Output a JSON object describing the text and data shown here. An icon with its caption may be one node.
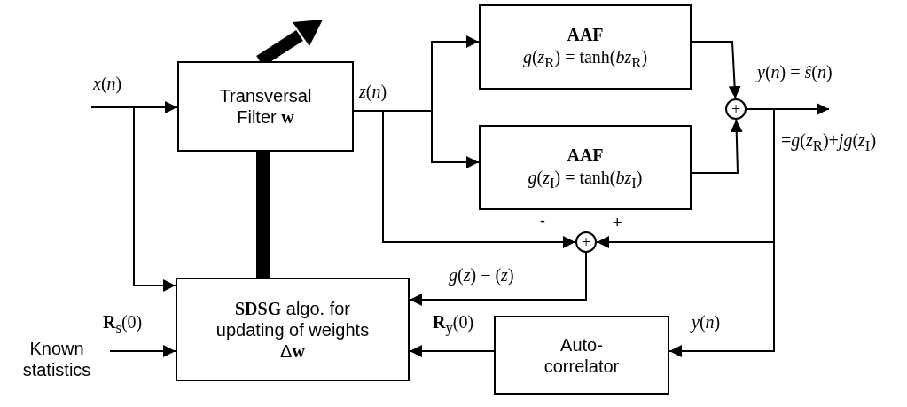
{
  "diagram": {
    "nodes": [
      {
        "text": [
          "Transversal Filter **w**"
        ]
      },
      {
        "text": [
          "AAF",
          "*g*(*z*$_{R}$) = tanh(*bz*$_{R}$)"
        ]
      },
      {
        "text": [
          "AAF",
          "*g*(*z*$_{I}$) = tanh(*bz*$_{I}$)"
        ]
      },
      {
        "text": [
          "+"
        ]
      },
      {
        "text": [
          "+"
        ]
      },
      {
        "text": [
          "**SDSG** algo. for updating of weights Δ**w**"
        ]
      },
      {
        "text": [
          "Auto- correlator"
        ]
      },
      {
        "text": [
          "Known statistics"
        ]
      }
    ],
    "edges": [
      {
        "from": null,
        "to": 0,
        "arrow": "to",
        "label": "*x*(*n*)"
      },
      {
        "from": null,
        "to": 5,
        "arrow": "to"
      },
      {
        "from": 0,
        "to": 1,
        "arrow": "to",
        "label": "*z*(*n*)"
      },
      {
        "from": 0,
        "to": 2,
        "arrow": "to"
      },
      {
        "from": 0,
        "to": 4,
        "arrow": "to",
        "label": "-"
      },
      {
        "from": 1,
        "to": 3,
        "arrow": "to"
      },
      {
        "from": 2,
        "to": 3,
        "arrow": "to"
      },
      {
        "from": 3,
        "to": null,
        "arrow": "to",
        "label": "*y*(*n*) = *ŝ*(*n*)"
      },
      {
        "from": 3,
        "to": 4,
        "arrow": "to",
        "label": "+"
      },
      {
        "from": 3,
        "to": 6,
        "arrow": "to",
        "label": "*y*(*n*)"
      },
      {
        "from": 4,
        "to": 5,
        "arrow": "to",
        "label": "*g*(*z*) − (*z*)"
      },
      {
        "from": 6,
        "to": 5,
        "arrow": "to",
        "label": "**R**$_{y}$(0)"
      },
      {
        "from": 7,
        "to": 5,
        "arrow": "to",
        "label": "**R**$_{s}$(0)"
      },
      {
        "from": 0,
        "to": 5,
        "arrow": "none",
        "style": "thick"
      }
    ],
    "labels": [
      "=*g*(*z*$_{R}$)+*jg*(*z*$_{I}$)"
    ]
  }
}
